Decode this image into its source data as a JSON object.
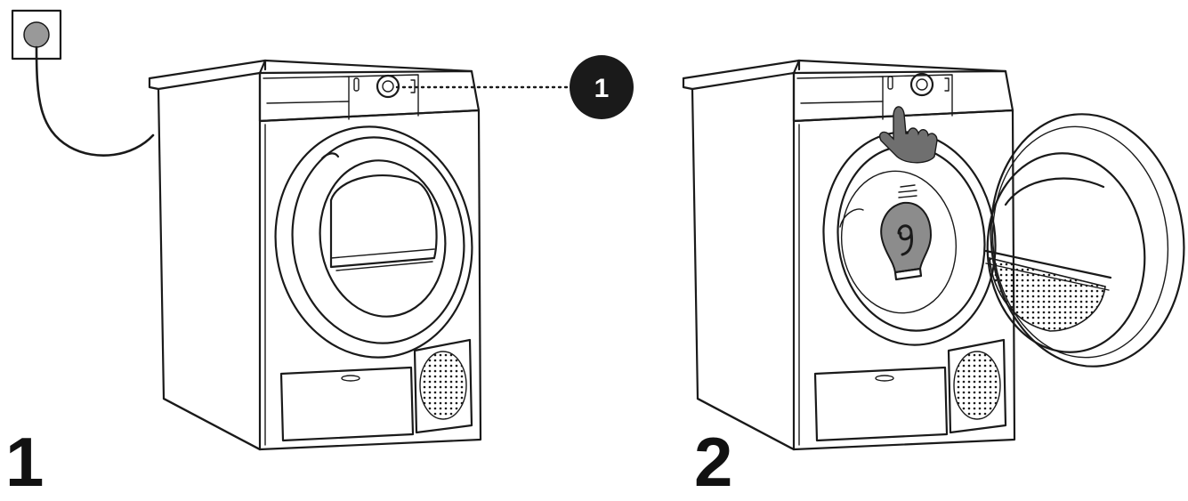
{
  "steps": [
    {
      "number": "1"
    },
    {
      "number": "2"
    }
  ],
  "callout": {
    "label": "1"
  },
  "colors": {
    "line": "#1a1a1a",
    "callout_fill": "#1a1a1a",
    "callout_text": "#ffffff",
    "hand_fill": "#6f6f6f",
    "bulb_fill": "#8c8c8c",
    "plug_fill": "#999999"
  },
  "icons": [
    "wall-socket-icon",
    "power-button-icon",
    "finger-press-icon",
    "lamp-bulb-icon"
  ]
}
